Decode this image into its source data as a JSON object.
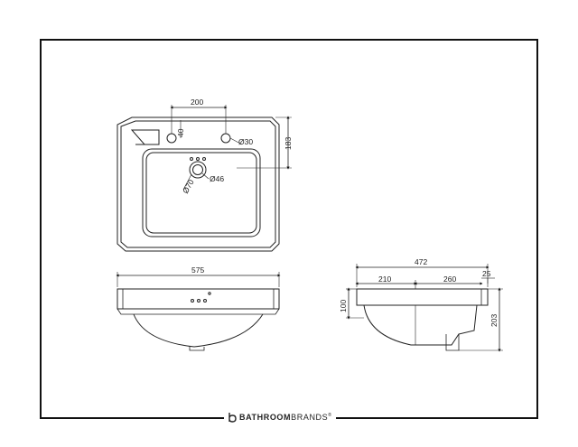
{
  "plan_view": {
    "dim_tap_spacing": "200",
    "dim_tap_offset": "40",
    "dim_tap_hole": "Ø30",
    "dim_depth": "183",
    "dim_waste_outer": "Ø70",
    "dim_waste_inner": "Ø46"
  },
  "front_view": {
    "dim_width": "575"
  },
  "side_view": {
    "dim_overall": "472",
    "dim_front": "210",
    "dim_back": "260",
    "dim_rim": "25",
    "dim_rim_height": "100",
    "dim_total_height": "203"
  },
  "brand": {
    "bold": "BATHROOM",
    "light": "BRANDS",
    "mark": "®",
    "logo_icon": "b-logo-icon"
  },
  "colors": {
    "line": "#111111",
    "paper": "#ffffff"
  }
}
